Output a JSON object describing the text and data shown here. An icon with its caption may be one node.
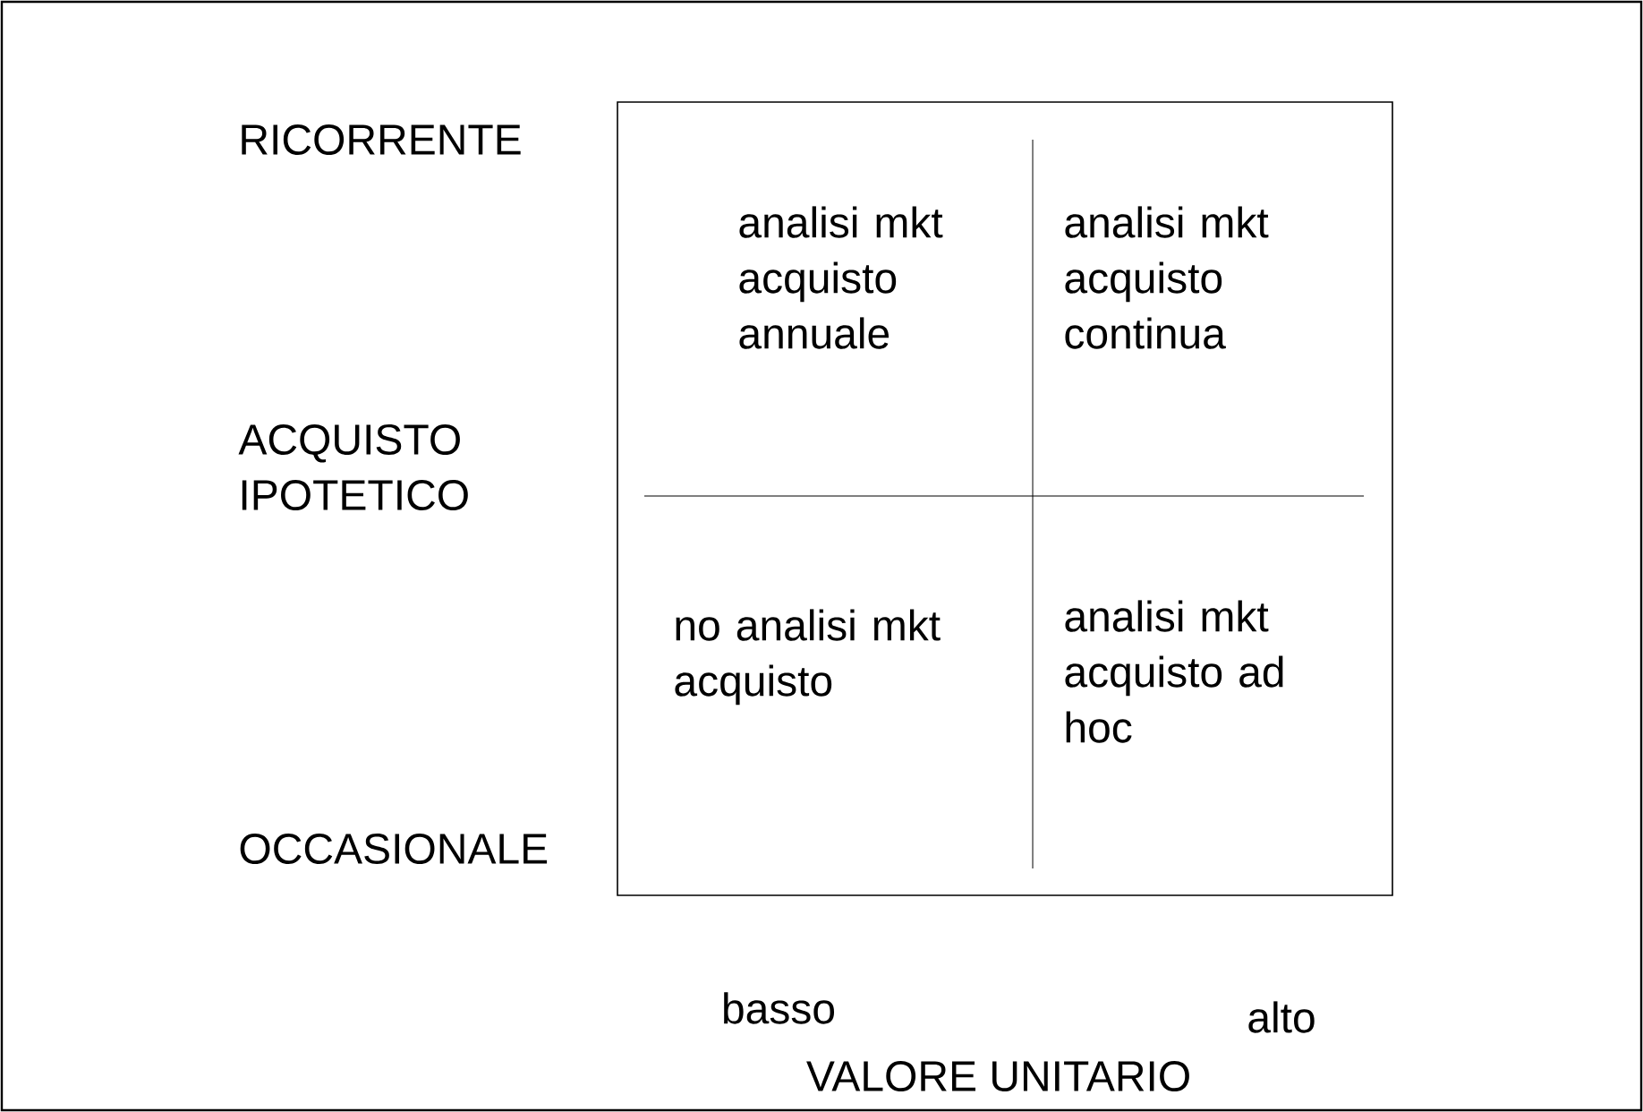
{
  "diagram": {
    "labels": [
      "RICORRENTE",
      "analisi mkt acquisto annuale",
      "analisi mkt acquisto continua",
      "ACQUISTO IPOTETICO",
      "no analisi mkt acquisto",
      "analisi mkt acquisto ad hoc",
      "OCCASIONALE",
      "basso",
      "alto",
      "VALORE UNITARIO"
    ]
  }
}
